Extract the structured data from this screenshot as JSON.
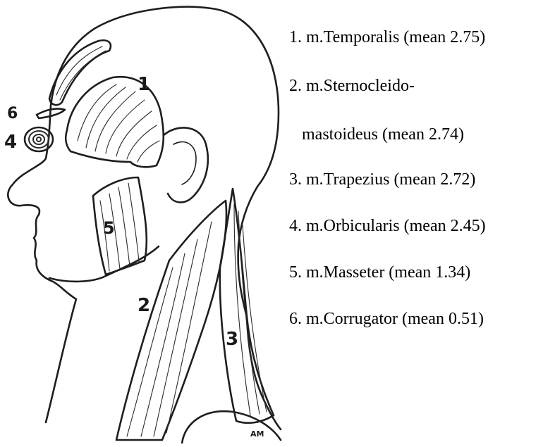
{
  "legend": [
    {
      "number": "1.",
      "text": "m.Temporalis (mean 2.75)"
    },
    {
      "number": "2.",
      "text": "m.Sternocleido-",
      "continuation": "mastoideus (mean 2.74)"
    },
    {
      "number": "3.",
      "text": "m.Trapezius (mean 2.72)"
    },
    {
      "number": "4.",
      "text": "m.Orbicularis (mean 2.45)"
    },
    {
      "number": "5.",
      "text": "m.Masseter (mean 1.34)"
    },
    {
      "number": "6.",
      "text": "m.Corrugator (mean 0.51)"
    }
  ],
  "figure": {
    "labels": {
      "temporalis": "1",
      "sternocleido": "2",
      "trapezius": "3",
      "orbicularis": "4",
      "masseter": "5",
      "corrugator": "6"
    },
    "signature": "AM"
  }
}
